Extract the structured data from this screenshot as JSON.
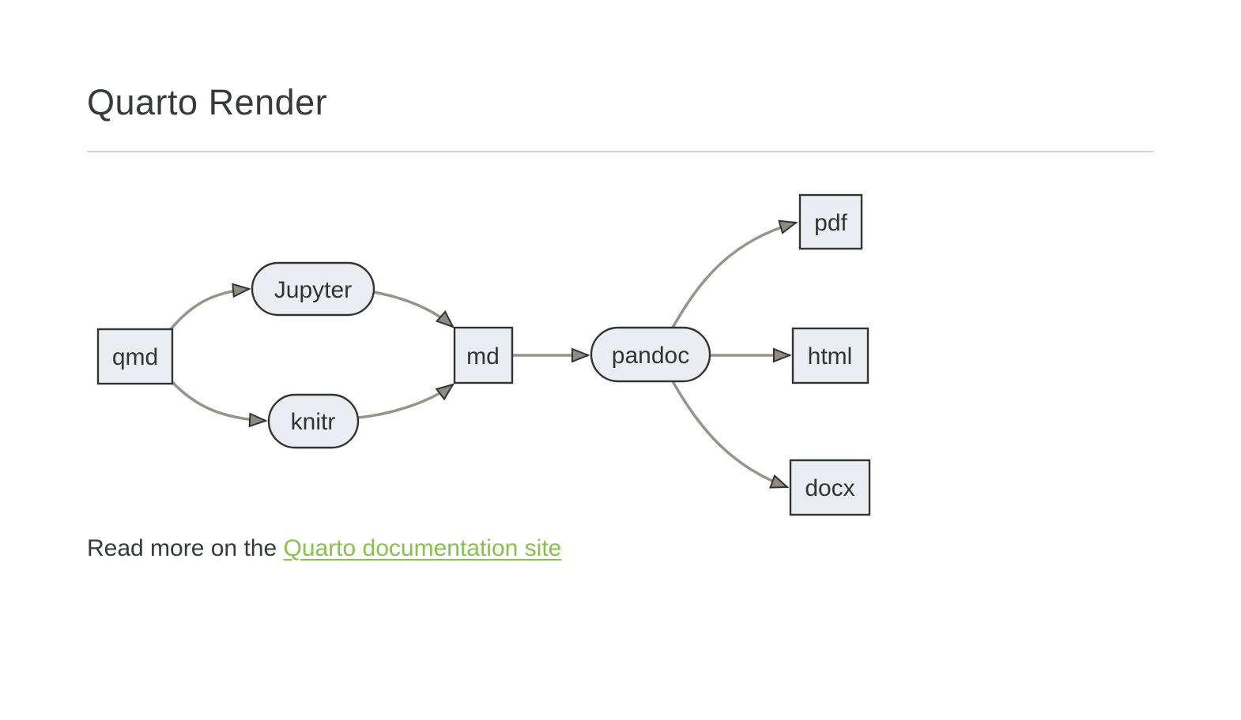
{
  "page": {
    "title": "Quarto Render",
    "footer": {
      "prefix": "Read more on the ",
      "link_label": "Quarto documentation site"
    }
  },
  "colors": {
    "background": "#ffffff",
    "heading_text": "#373a3c",
    "divider": "#ddd5c7",
    "node_fill": "#eaedf2",
    "node_border": "#333333",
    "edge_line": "#98948b",
    "arrowhead_fill": "#8f8b80",
    "link_green": "#8ac04e"
  },
  "diagram": {
    "type": "flowchart",
    "direction": "left-to-right",
    "nodes": [
      {
        "id": "qmd",
        "label": "qmd",
        "shape": "rectangle"
      },
      {
        "id": "jupyter",
        "label": "Jupyter",
        "shape": "stadium"
      },
      {
        "id": "knitr",
        "label": "knitr",
        "shape": "stadium"
      },
      {
        "id": "md",
        "label": "md",
        "shape": "rectangle"
      },
      {
        "id": "pandoc",
        "label": "pandoc",
        "shape": "stadium"
      },
      {
        "id": "pdf",
        "label": "pdf",
        "shape": "rectangle"
      },
      {
        "id": "html",
        "label": "html",
        "shape": "rectangle"
      },
      {
        "id": "docx",
        "label": "docx",
        "shape": "rectangle"
      }
    ],
    "edges": [
      {
        "from": "qmd",
        "to": "jupyter"
      },
      {
        "from": "qmd",
        "to": "knitr"
      },
      {
        "from": "jupyter",
        "to": "md"
      },
      {
        "from": "knitr",
        "to": "md"
      },
      {
        "from": "md",
        "to": "pandoc"
      },
      {
        "from": "pandoc",
        "to": "pdf"
      },
      {
        "from": "pandoc",
        "to": "html"
      },
      {
        "from": "pandoc",
        "to": "docx"
      }
    ]
  }
}
